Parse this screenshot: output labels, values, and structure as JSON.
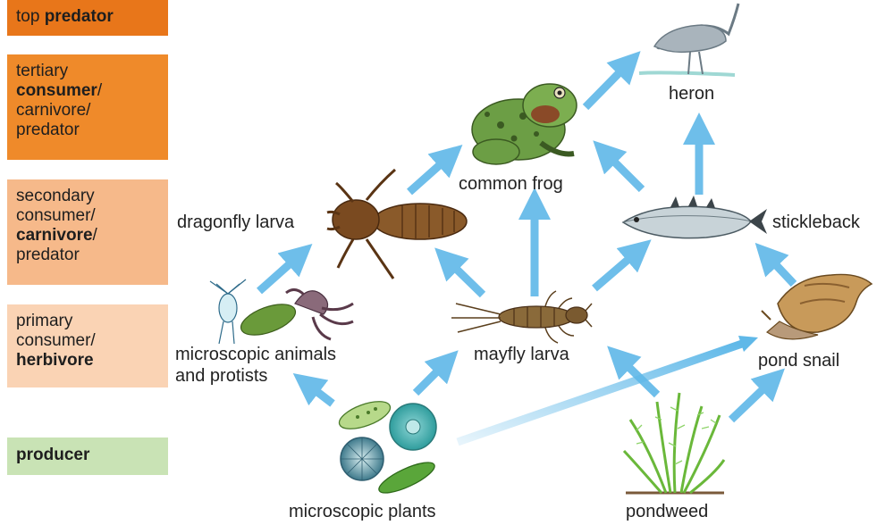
{
  "levels": {
    "top": {
      "pre": "top ",
      "bold": "predator"
    },
    "tertiary": {
      "line1": "tertiary",
      "line2_bold": "consumer",
      "line2_rest": "/",
      "line3": "carnivore/",
      "line4": "predator"
    },
    "secondary": {
      "line1": "secondary",
      "line2": "consumer/",
      "line3_bold": "carnivore",
      "line3_rest": "/",
      "line4": "predator"
    },
    "primary": {
      "line1": "primary",
      "line2": "consumer/",
      "line3_bold": "herbivore"
    },
    "producer": {
      "bold": "producer"
    }
  },
  "organisms": {
    "heron": "heron",
    "common_frog": "common frog",
    "dragonfly_larva": "dragonfly larva",
    "stickleback": "stickleback",
    "microscopic_animals_1": "microscopic animals",
    "microscopic_animals_2": "and protists",
    "mayfly_larva": "mayfly larva",
    "pond_snail": "pond snail",
    "microscopic_plants": "microscopic plants",
    "pondweed": "pondweed"
  },
  "colors": {
    "arrow": "#5fb8e8",
    "top_predator": "#e8761a",
    "tertiary": "#ef8a2a",
    "secondary": "#f6b98a",
    "primary": "#fad3b4",
    "producer": "#c9e3b5"
  }
}
